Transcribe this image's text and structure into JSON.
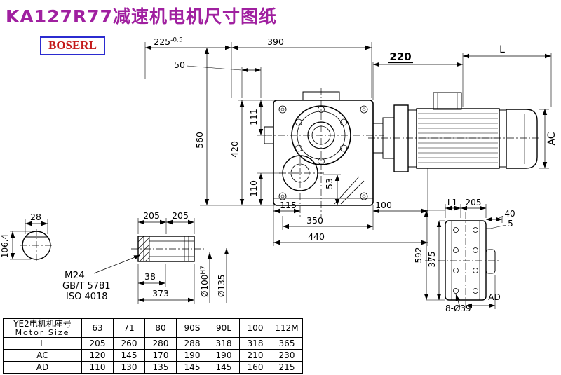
{
  "page": {
    "title": "KA127R77减速机电机尺寸图纸",
    "brand": "BOSERL"
  },
  "colors": {
    "title_text": "#A020A0",
    "brand_text": "#C41A1A",
    "brand_border": "#2B2BD0",
    "line": "#000000"
  },
  "dims": {
    "front": {
      "w225": "225",
      "w225_tol": "-0.5",
      "w390": "390",
      "off50": "50",
      "h560": "560",
      "h420": "420",
      "h111": "111",
      "h110": "110",
      "b115": "115",
      "b53": "53",
      "b100": "100",
      "b350": "350",
      "b440": "440"
    },
    "motor": {
      "d220": "220",
      "dL": "L",
      "dAC": "AC"
    },
    "shaft_end": {
      "d28": "28",
      "d106_4": "106.4"
    },
    "shaft_side": {
      "d205a": "205",
      "d205b": "205",
      "thread": "M24",
      "std_gb": "GB/T 5781",
      "std_iso": "ISO 4018",
      "d38": "38",
      "d373": "373",
      "bore": "Ø100",
      "bore_fit": "H7",
      "dia135": "Ø135"
    },
    "rear": {
      "dL1": "L1",
      "d205": "205",
      "d40": "40",
      "d5": "5",
      "d592": "592",
      "d375": "375",
      "holes": "8-Ø39",
      "dAD": "AD"
    }
  },
  "table": {
    "header_cn": "YE2电机机座号",
    "header_en": "Motor Size",
    "sizes": [
      "63",
      "71",
      "80",
      "90S",
      "90L",
      "100",
      "112M"
    ],
    "rows": [
      {
        "label": "L",
        "values": [
          "205",
          "260",
          "280",
          "288",
          "318",
          "318",
          "365"
        ]
      },
      {
        "label": "AC",
        "values": [
          "120",
          "145",
          "170",
          "190",
          "190",
          "210",
          "230"
        ]
      },
      {
        "label": "AD",
        "values": [
          "110",
          "130",
          "135",
          "145",
          "145",
          "160",
          "215"
        ]
      }
    ]
  }
}
